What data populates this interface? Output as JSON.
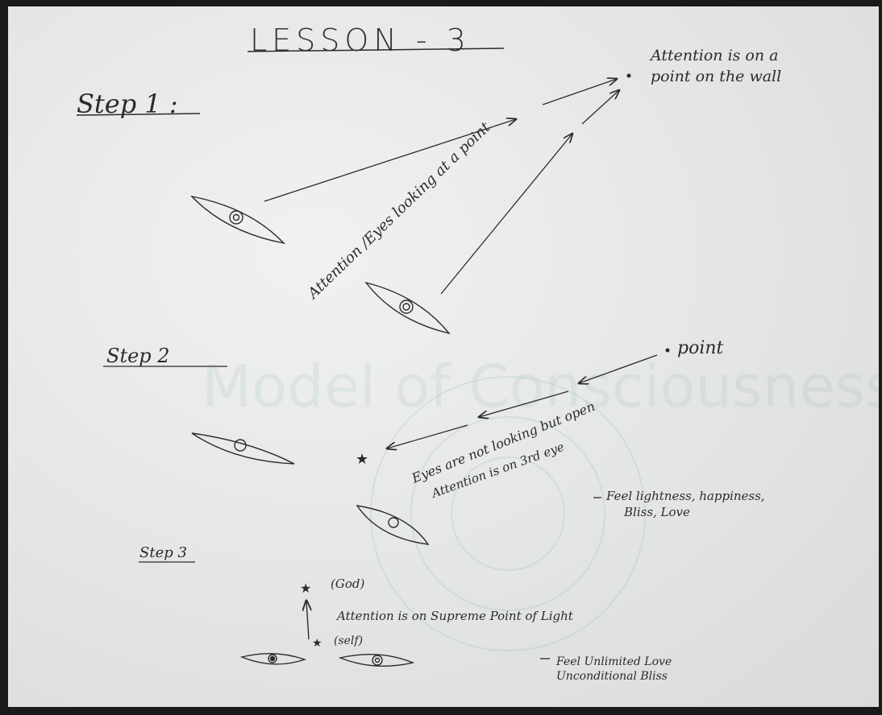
{
  "title": "LESSON - 3",
  "step1": {
    "label": "Step 1 :",
    "wall_note_line1": "Attention is on a",
    "wall_note_line2": "point on the wall",
    "eyes_note": "Attention /Eyes looking at a point"
  },
  "step2": {
    "label": "Step 2",
    "point_label": "point",
    "note_line1": "Eyes are not looking but open",
    "note_line2": "Attention is on 3rd eye",
    "feel_line1": "Feel lightness, happiness,",
    "feel_line2": "Bliss, Love"
  },
  "step3": {
    "label": "Step 3",
    "god_label": "(God)",
    "self_label": "(self)",
    "attention_note": "Attention is on Supreme Point of Light",
    "feel_line1": "Feel Unlimited Love",
    "feel_line2": "Unconditional Bliss"
  },
  "colors": {
    "paper": "#e8eae8",
    "ink": "#2b2b2b",
    "background": "#1a1a1a"
  }
}
